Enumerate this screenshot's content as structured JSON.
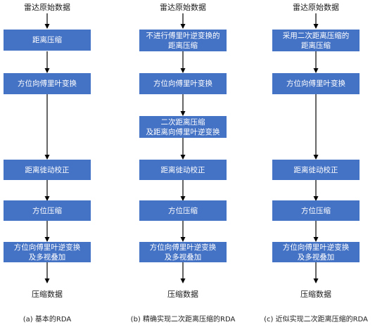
{
  "colors": {
    "box_fill": "#4472c4",
    "box_text": "#ffffff",
    "arrow": "#000000"
  },
  "columns": [
    {
      "input": "雷达原始数据",
      "steps": [
        "距离压缩",
        "方位向傅里叶变换",
        "距离徙动校正",
        "方位压缩",
        "方位向傅里叶逆变换\n及多视叠加"
      ],
      "output": "压缩数据",
      "caption": "(a) 基本的RDA"
    },
    {
      "input": "雷达原始数据",
      "steps": [
        "不进行傅里叶逆变换的\n距离压缩",
        "方位向傅里叶变换",
        "二次距离压缩\n及距离向傅里叶逆变换",
        "距离徙动校正",
        "方位压缩",
        "方位向傅里叶逆变换\n及多视叠加"
      ],
      "output": "压缩数据",
      "caption": "(b) 精确实现二次距离压缩的RDA"
    },
    {
      "input": "雷达原始数据",
      "steps": [
        "采用二次距离压缩的\n距离压缩",
        "方位向傅里叶变换",
        "距离徙动校正",
        "方位压缩",
        "方位向傅里叶逆变换\n及多视叠加"
      ],
      "output": "压缩数据",
      "caption": "(c) 近似实现二次距离压缩的RDA"
    }
  ]
}
